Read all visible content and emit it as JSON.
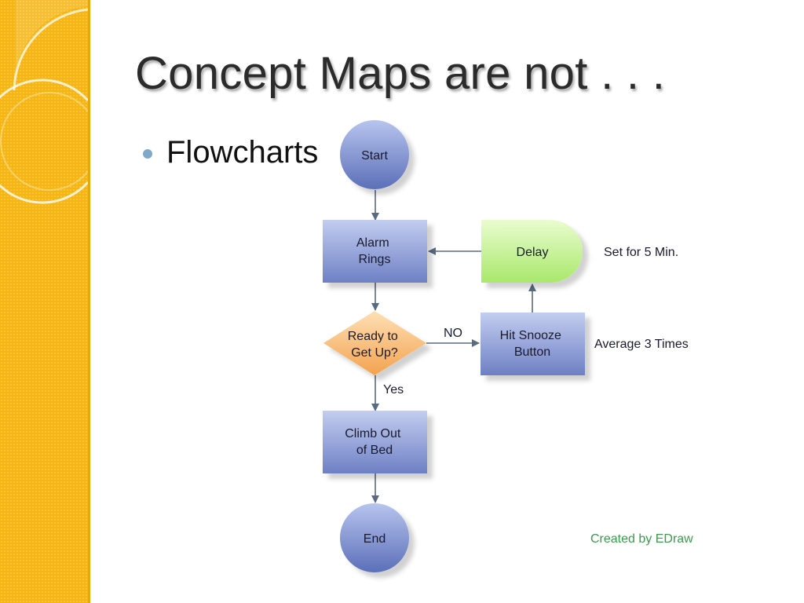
{
  "slide": {
    "title": "Concept Maps are not . . .",
    "bullet": "Flowcharts"
  },
  "flowchart": {
    "nodes": {
      "start": "Start",
      "alarm": [
        "Alarm",
        "Rings"
      ],
      "ready": [
        "Ready to",
        "Get Up?"
      ],
      "climb": [
        "Climb Out",
        "of Bed"
      ],
      "end": "End",
      "delay": "Delay",
      "snooze": [
        "Hit Snooze",
        "Button"
      ]
    },
    "edge_labels": {
      "no": "NO",
      "yes": "Yes"
    },
    "annotations": {
      "delay_note": "Set for 5 Min.",
      "snooze_note": "Average 3 Times",
      "credit": "Created by EDraw"
    }
  },
  "colors": {
    "sidebar": "#f6b50f",
    "process_box": "#8fa0d6",
    "decision": "#f6b26b",
    "delay": "#b9ef7a",
    "credit_text": "#3a9a4e"
  }
}
